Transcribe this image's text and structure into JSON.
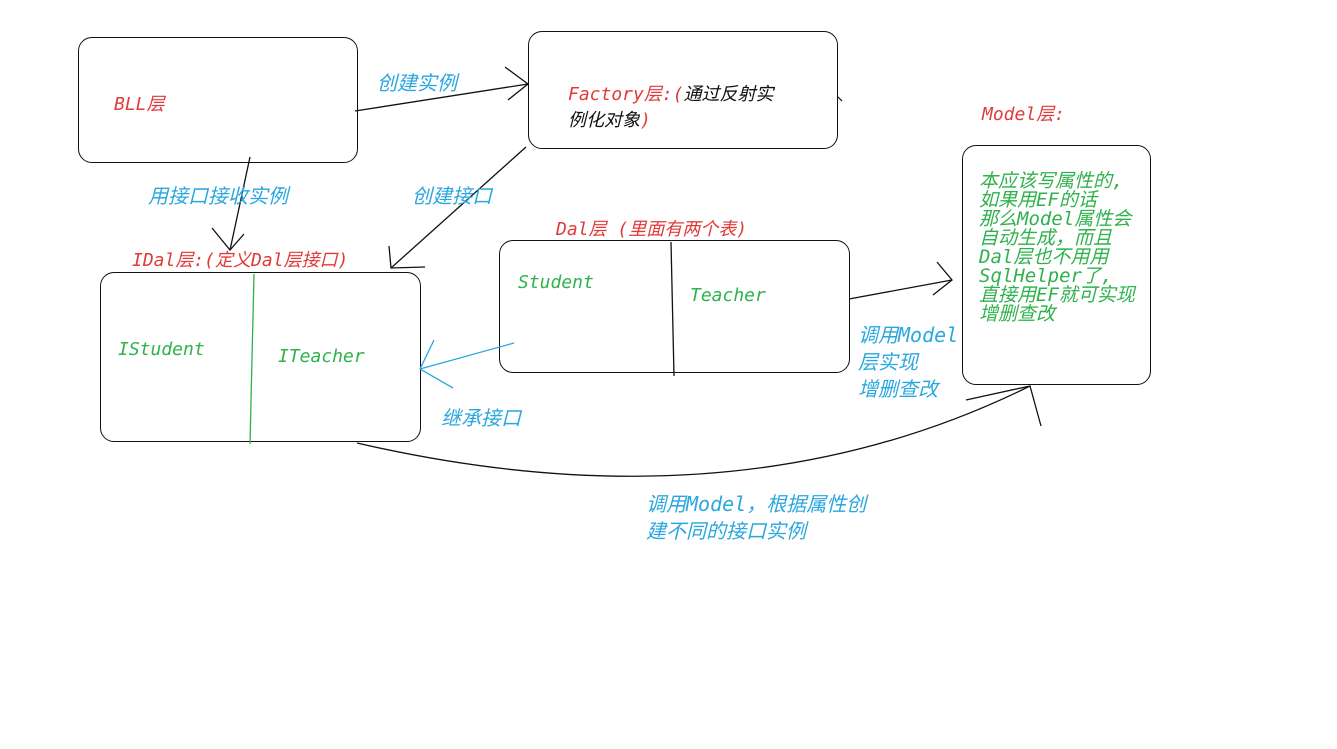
{
  "colors": {
    "layer_label": "#e03a3a",
    "arrow_label": "#2aa7df",
    "member": "#2fb24b",
    "stroke": "#111111"
  },
  "bll": {
    "label": "BLL层"
  },
  "factory": {
    "prefix": "Factory层:(",
    "desc_line1": "通过反射实",
    "desc_line2": "例化对象",
    "suffix": ")"
  },
  "idal": {
    "prefix": "IDal层:(",
    "desc": "定义Dal层接口",
    "suffix": ")",
    "members": [
      "IStudent",
      "ITeacher"
    ]
  },
  "dal": {
    "label": "Dal层",
    "note": "(里面有两个表)",
    "members": [
      "Student",
      "Teacher"
    ]
  },
  "model": {
    "label": "Model层:",
    "lines": [
      "本应该写属性的,",
      "如果用EF的话",
      "那么Model属性会",
      "自动生成，而且",
      "Dal层也不用用",
      "SqlHelper了,",
      "直接用EF就可实现",
      "增删查改"
    ]
  },
  "arrows": {
    "create_instance": "创建实例",
    "receive_by_interface": "用接口接收实例",
    "create_interface": "创建接口",
    "inherit_interface": "继承接口",
    "call_model_line1": "调用Model",
    "call_model_line2": "层实现",
    "call_model_line3": "增删查改",
    "idal_model_line1": "调用Model，根据属性创",
    "idal_model_line2": "建不同的接口实例"
  }
}
